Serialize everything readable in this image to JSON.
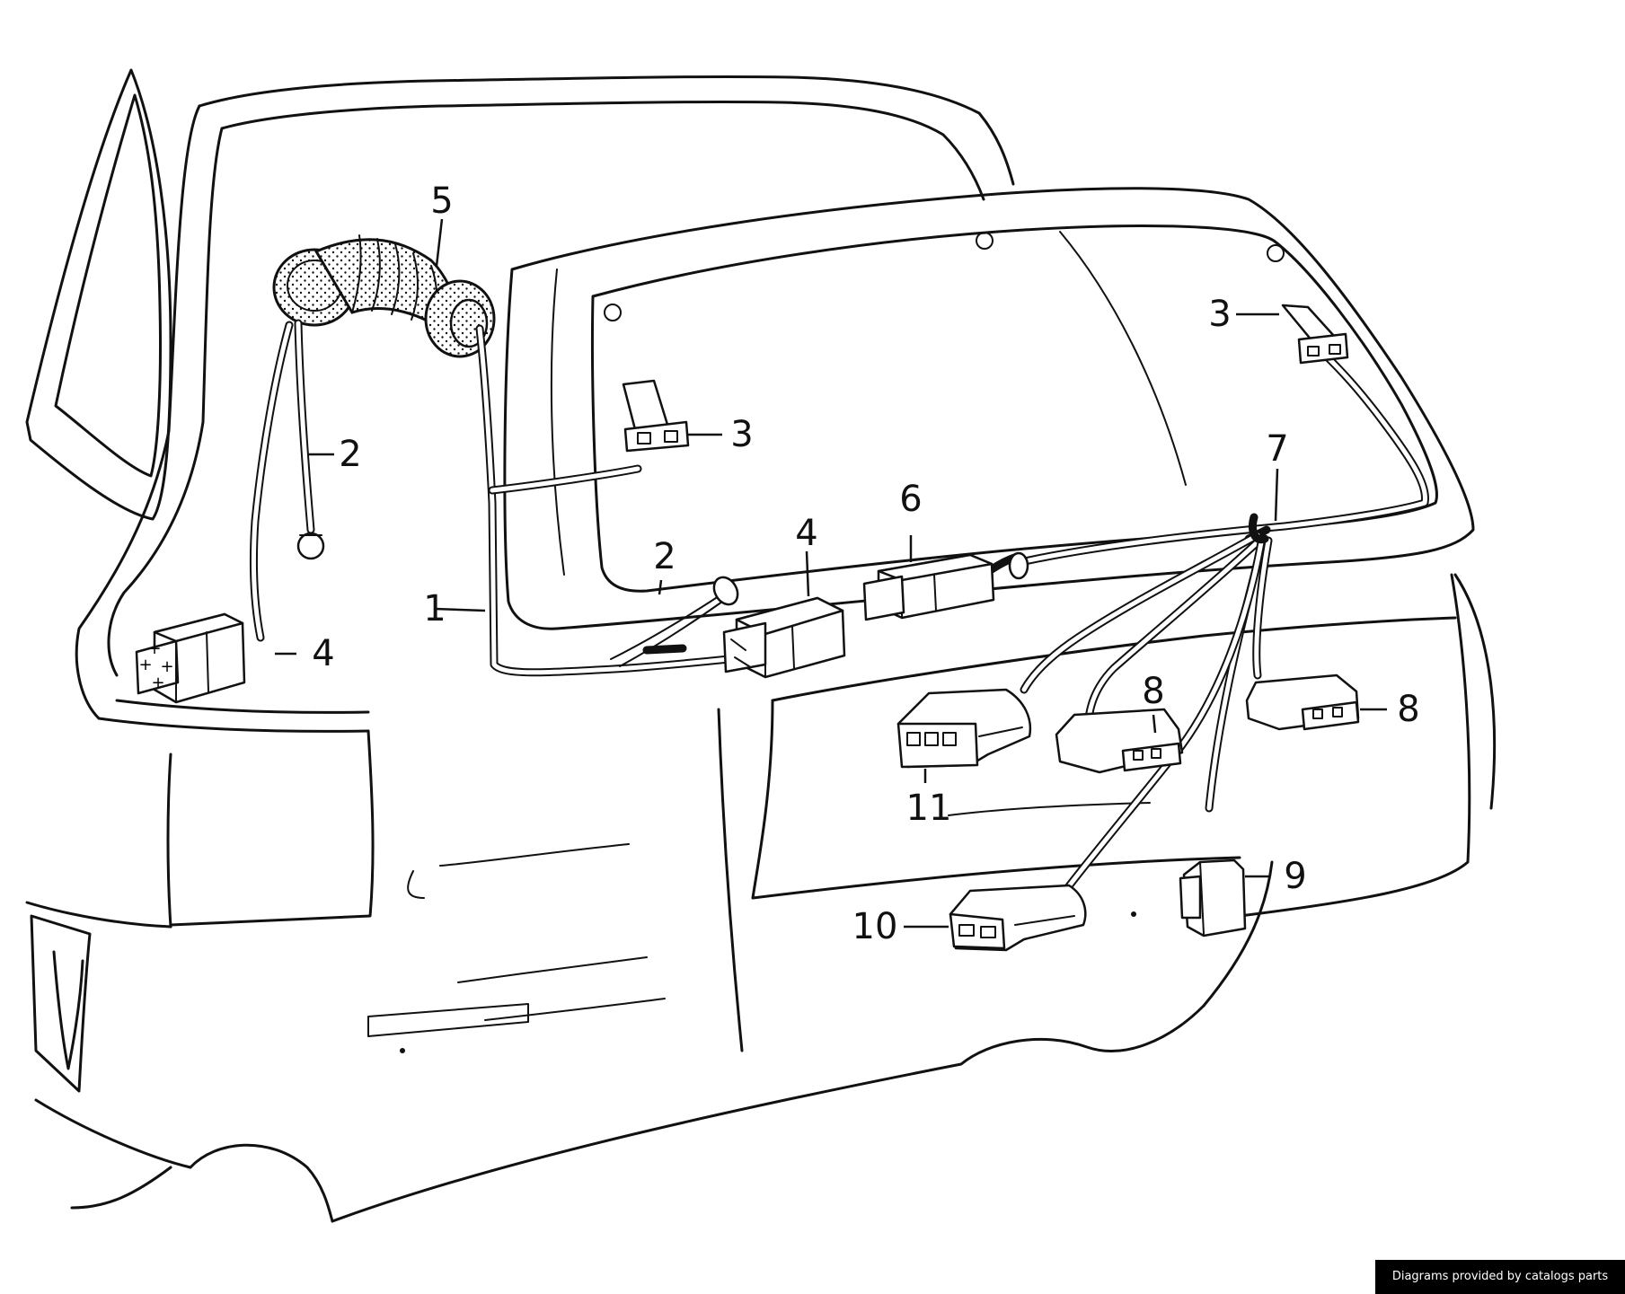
{
  "diagram": {
    "labels": {
      "hose_sleeve": "5",
      "wire_harness_main": "1",
      "bulb_holder_left": "2",
      "bulb_holder_center": "2",
      "connector_3_left": "3",
      "connector_3_right": "3",
      "relay_socket_left": "4",
      "relay_socket_center": "4",
      "connector_6": "6",
      "harness_branch_7": "7",
      "connector_8_mid": "8",
      "connector_8_right": "8",
      "connector_9": "9",
      "connector_10": "10",
      "connector_11": "11"
    }
  },
  "footer": {
    "credit": "Diagrams provided by catalogs parts"
  }
}
